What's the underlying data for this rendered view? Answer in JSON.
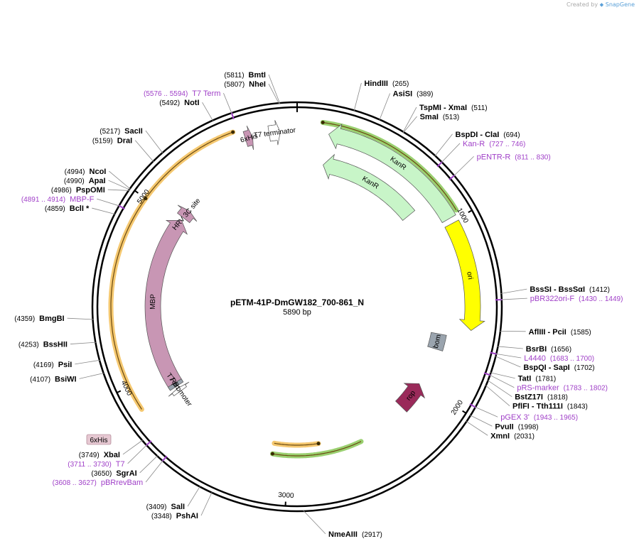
{
  "credit": {
    "prefix": "Created by",
    "brand": "SnapGene"
  },
  "plasmid": {
    "name": "pETM-41P-DmGW182_700-861_N",
    "length_label": "5890 bp",
    "length": 5890
  },
  "colors": {
    "primer": "#a040c8",
    "KanR": "#c8f5c8",
    "ori": "#ffff00",
    "MBP": "#c896b4",
    "rop": "#9a2a5a",
    "bom": "#9aa4ae",
    "orf_orange": "#f5c870",
    "orf_green": "#9ad070",
    "backbone": "#000000"
  },
  "ticks": [
    {
      "bp": 0,
      "label": ""
    },
    {
      "bp": 1000,
      "label": "1000"
    },
    {
      "bp": 2000,
      "label": "2000"
    },
    {
      "bp": 3000,
      "label": "3000"
    },
    {
      "bp": 4000,
      "label": "4000"
    },
    {
      "bp": 5000,
      "label": "5000"
    }
  ],
  "enzymes": [
    {
      "name": "NheI",
      "pos": "(5807)",
      "bp": 5807
    },
    {
      "name": "BmtI",
      "pos": "(5811)",
      "bp": 5811
    },
    {
      "name": "HindIII",
      "pos": "(265)",
      "bp": 265
    },
    {
      "name": "AsiSI",
      "pos": "(389)",
      "bp": 389
    },
    {
      "name": "TspMI - XmaI",
      "pos": "(511)",
      "bp": 511
    },
    {
      "name": "SmaI",
      "pos": "(513)",
      "bp": 513
    },
    {
      "name": "BspDI - ClaI",
      "pos": "(694)",
      "bp": 694
    },
    {
      "name": "BssSI - BssSαI",
      "pos": "(1412)",
      "bp": 1412
    },
    {
      "name": "AflIII - PciI",
      "pos": "(1585)",
      "bp": 1585
    },
    {
      "name": "BsrBI",
      "pos": "(1656)",
      "bp": 1656
    },
    {
      "name": "BspQI - SapI",
      "pos": "(1702)",
      "bp": 1702
    },
    {
      "name": "TatI",
      "pos": "(1781)",
      "bp": 1781
    },
    {
      "name": "BstZ17I",
      "pos": "(1818)",
      "bp": 1818
    },
    {
      "name": "PflFI - Tth111I",
      "pos": "(1843)",
      "bp": 1843
    },
    {
      "name": "PvuII",
      "pos": "(1998)",
      "bp": 1998
    },
    {
      "name": "XmnI",
      "pos": "(2031)",
      "bp": 2031
    },
    {
      "name": "NmeAIII",
      "pos": "(2917)",
      "bp": 2917
    },
    {
      "name": "PshAI",
      "pos": "(3348)",
      "bp": 3348
    },
    {
      "name": "SalI",
      "pos": "(3409)",
      "bp": 3409
    },
    {
      "name": "SgrAI",
      "pos": "(3650)",
      "bp": 3650
    },
    {
      "name": "XbaI",
      "pos": "(3749)",
      "bp": 3749
    },
    {
      "name": "BsiWI",
      "pos": "(4107)",
      "bp": 4107
    },
    {
      "name": "PsiI",
      "pos": "(4169)",
      "bp": 4169
    },
    {
      "name": "BssHII",
      "pos": "(4253)",
      "bp": 4253
    },
    {
      "name": "BmgBI",
      "pos": "(4359)",
      "bp": 4359
    },
    {
      "name": "BclI *",
      "pos": "(4859)",
      "bp": 4859
    },
    {
      "name": "PspOMI",
      "pos": "(4986)",
      "bp": 4986
    },
    {
      "name": "ApaI",
      "pos": "(4990)",
      "bp": 4990
    },
    {
      "name": "NcoI",
      "pos": "(4994)",
      "bp": 4994
    },
    {
      "name": "DraI",
      "pos": "(5159)",
      "bp": 5159
    },
    {
      "name": "SacII",
      "pos": "(5217)",
      "bp": 5217
    },
    {
      "name": "NotI",
      "pos": "(5492)",
      "bp": 5492
    }
  ],
  "primers": [
    {
      "name": "T7 Term",
      "pos": "(5576 .. 5594)",
      "bp": 5585
    },
    {
      "name": "Kan-R",
      "pos": "(727 .. 746)",
      "bp": 736
    },
    {
      "name": "pENTR-R",
      "pos": "(811 .. 830)",
      "bp": 820
    },
    {
      "name": "pBR322ori-F",
      "pos": "(1430 .. 1449)",
      "bp": 1440
    },
    {
      "name": "L4440",
      "pos": "(1683 .. 1700)",
      "bp": 1691
    },
    {
      "name": "pRS-marker",
      "pos": "(1783 .. 1802)",
      "bp": 1792
    },
    {
      "name": "pGEX 3'",
      "pos": "(1943 .. 1965)",
      "bp": 1954
    },
    {
      "name": "T7",
      "pos": "(3711 .. 3730)",
      "bp": 3720
    },
    {
      "name": "pBRrevBam",
      "pos": "(3608 .. 3627)",
      "bp": 3617
    },
    {
      "name": "MBP-F",
      "pos": "(4891 .. 4914)",
      "bp": 4902
    }
  ],
  "features": [
    {
      "name": "KanR",
      "start": 170,
      "end": 980,
      "dir": "ccw",
      "color": "#c8f5c8",
      "ring": 1
    },
    {
      "name": "KanR",
      "start": 170,
      "end": 830,
      "dir": "ccw",
      "color": "#c8f5c8",
      "ring": 2
    },
    {
      "name": "ori",
      "start": 1010,
      "end": 1600,
      "dir": "cw",
      "color": "#ffff00",
      "ring": 1
    },
    {
      "name": "MBP",
      "start": 3880,
      "end": 5020,
      "dir": "cw",
      "color": "#c896b4",
      "ring": 2
    },
    {
      "name": "HRV 3C site",
      "start": 5040,
      "end": 5100,
      "dir": "cw",
      "color": "#c896b4",
      "ring": 2
    },
    {
      "name": "6xHis",
      "start": 5610,
      "end": 5650,
      "dir": "cw",
      "color": "#c896b4",
      "ring": 1
    },
    {
      "name": "T7 terminator",
      "start": 5740,
      "end": 5800,
      "dir": "cw",
      "color": "#ffffff",
      "ring": 1
    },
    {
      "name": "bom",
      "start": 1650,
      "end": 1750,
      "dir": "none",
      "color": "#9aa4ae",
      "ring": 2
    },
    {
      "name": "rop",
      "start": 2000,
      "end": 2190,
      "dir": "ccw",
      "color": "#9a2a5a",
      "ring": 2
    },
    {
      "name": "RBS",
      "start": 3870,
      "end": 3895,
      "dir": "none",
      "color": "#9aa4ae",
      "ring": 2
    },
    {
      "name": "T7 promoter",
      "start": 3830,
      "end": 3855,
      "dir": "cw",
      "color": "#ffffff",
      "ring": 2
    }
  ],
  "orfs": [
    {
      "start": 5000,
      "end": 5560,
      "ring": 0,
      "dir": "cw",
      "color": "#f5c870"
    },
    {
      "start": 3870,
      "end": 5000,
      "ring": 0,
      "dir": "cw",
      "color": "#f5c870"
    },
    {
      "start": 130,
      "end": 960,
      "ring": 0,
      "dir": "ccw",
      "color": "#9ad070"
    },
    {
      "start": 2530,
      "end": 3100,
      "ring": 3,
      "dir": "cw",
      "color": "#9ad070"
    },
    {
      "start": 2800,
      "end": 3100,
      "ring": 4,
      "dir": "ccw",
      "color": "#f5c870"
    }
  ],
  "extra_label": {
    "name": "6xHis"
  }
}
